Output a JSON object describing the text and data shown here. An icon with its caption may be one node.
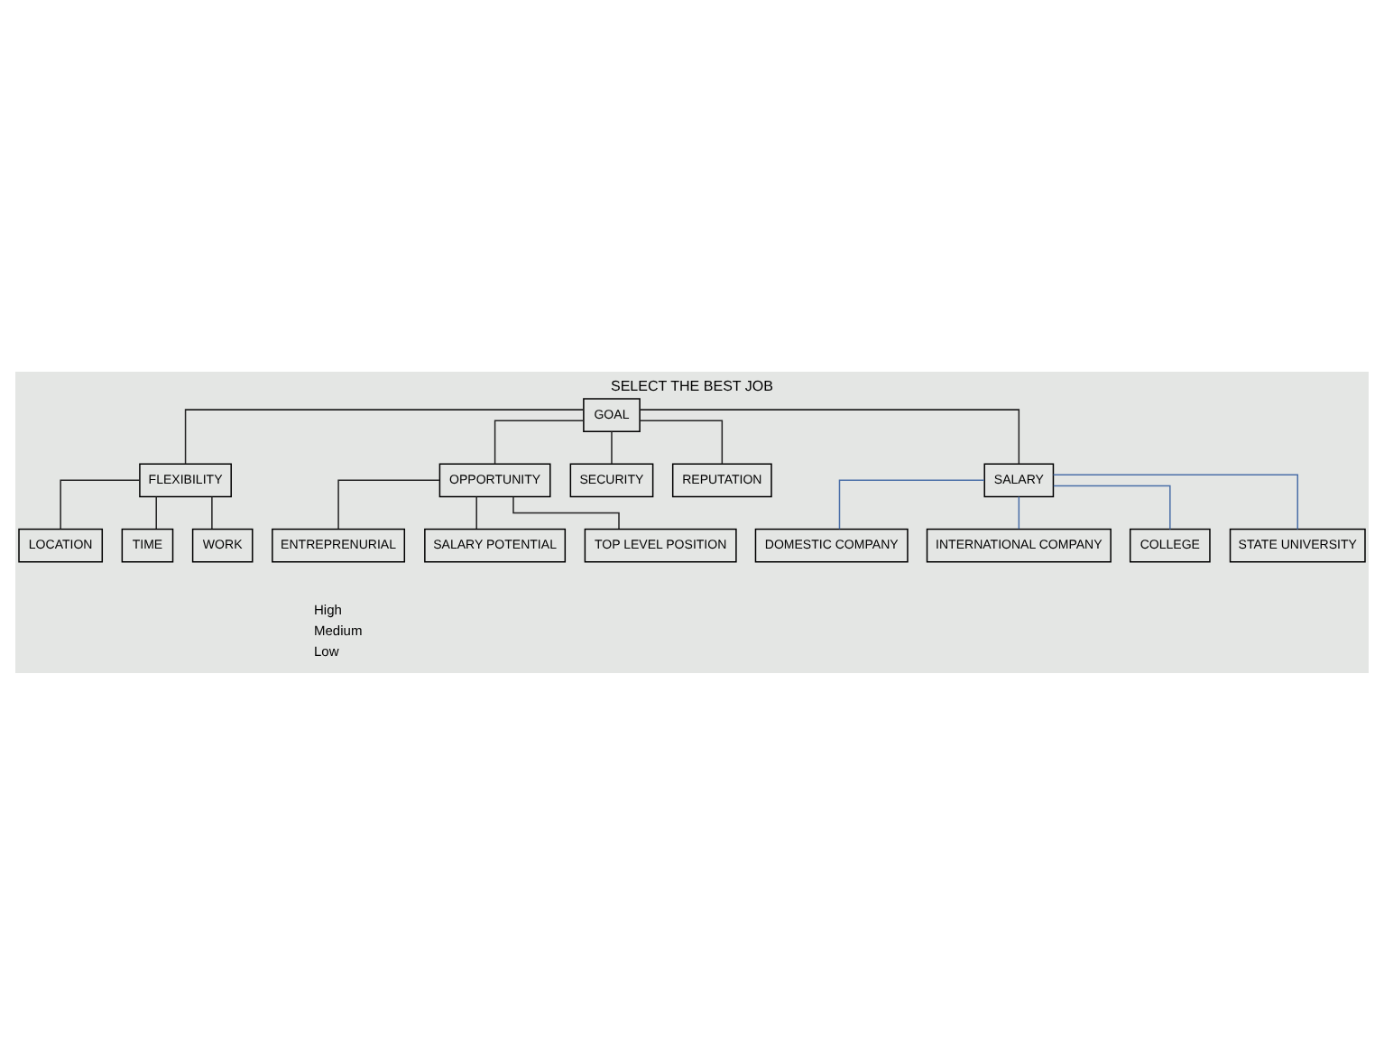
{
  "diagram": {
    "title": "SELECT THE BEST JOB",
    "nodes": [
      {
        "text": [
          "GOAL"
        ]
      },
      {
        "text": [
          "FLEXIBILITY"
        ]
      },
      {
        "text": [
          "OPPORTUNITY"
        ]
      },
      {
        "text": [
          "SECURITY"
        ]
      },
      {
        "text": [
          "REPUTATION"
        ]
      },
      {
        "text": [
          "SALARY"
        ]
      },
      {
        "text": [
          "LOCATION"
        ]
      },
      {
        "text": [
          "TIME"
        ]
      },
      {
        "text": [
          "WORK"
        ]
      },
      {
        "text": [
          "ENTREPRENURIAL"
        ]
      },
      {
        "text": [
          "SALARY POTENTIAL"
        ]
      },
      {
        "text": [
          "TOP LEVEL POSITION"
        ]
      },
      {
        "text": [
          "DOMESTIC COMPANY"
        ]
      },
      {
        "text": [
          "INTERNATIONAL COMPANY"
        ]
      },
      {
        "text": [
          "COLLEGE"
        ]
      },
      {
        "text": [
          "STATE UNIVERSITY"
        ]
      }
    ],
    "edges": [
      {
        "from": 0,
        "to": 1,
        "arrow": "none"
      },
      {
        "from": 0,
        "to": 2,
        "arrow": "none"
      },
      {
        "from": 0,
        "to": 3,
        "arrow": "none"
      },
      {
        "from": 0,
        "to": 4,
        "arrow": "none"
      },
      {
        "from": 0,
        "to": 5,
        "arrow": "none"
      },
      {
        "from": 1,
        "to": 6,
        "arrow": "none"
      },
      {
        "from": 1,
        "to": 7,
        "arrow": "none"
      },
      {
        "from": 1,
        "to": 8,
        "arrow": "none"
      },
      {
        "from": 2,
        "to": 9,
        "arrow": "none"
      },
      {
        "from": 2,
        "to": 10,
        "arrow": "none"
      },
      {
        "from": 2,
        "to": 11,
        "arrow": "none"
      },
      {
        "from": 5,
        "to": 12,
        "arrow": "none",
        "color": "#4a6fa8"
      },
      {
        "from": 5,
        "to": 13,
        "arrow": "none",
        "color": "#4a6fa8"
      },
      {
        "from": 5,
        "to": 14,
        "arrow": "none",
        "color": "#4a6fa8"
      },
      {
        "from": 5,
        "to": 15,
        "arrow": "none",
        "color": "#4a6fa8"
      }
    ],
    "labels": [
      "High",
      "Medium",
      "Low"
    ]
  }
}
